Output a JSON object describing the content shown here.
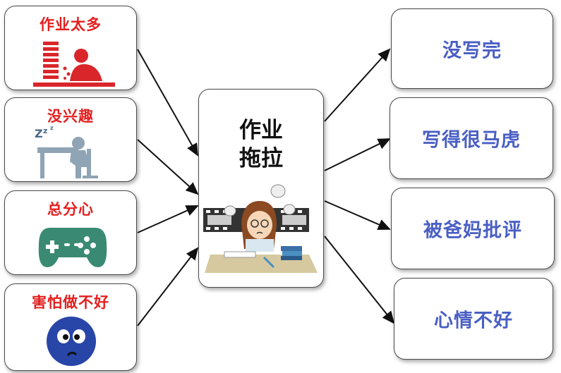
{
  "center": {
    "line1": "作业",
    "line2": "拖拉"
  },
  "causes": [
    {
      "label": "作业太多",
      "icon": "stack-pile-person-icon"
    },
    {
      "label": "没兴趣",
      "icon": "sleeping-person-icon"
    },
    {
      "label": "总分心",
      "icon": "gamepad-icon"
    },
    {
      "label": "害怕做不好",
      "icon": "worried-face-icon"
    }
  ],
  "effects": [
    {
      "label": "没写完"
    },
    {
      "label": "写得很马虎"
    },
    {
      "label": "被爸妈批评"
    },
    {
      "label": "心情不好"
    }
  ],
  "colors": {
    "cause_text": "#e41e1e",
    "effect_text": "#4a5fc4",
    "cause_icon_red": "#d9262a",
    "gamepad": "#3a8a73",
    "face": "#2845a8"
  }
}
